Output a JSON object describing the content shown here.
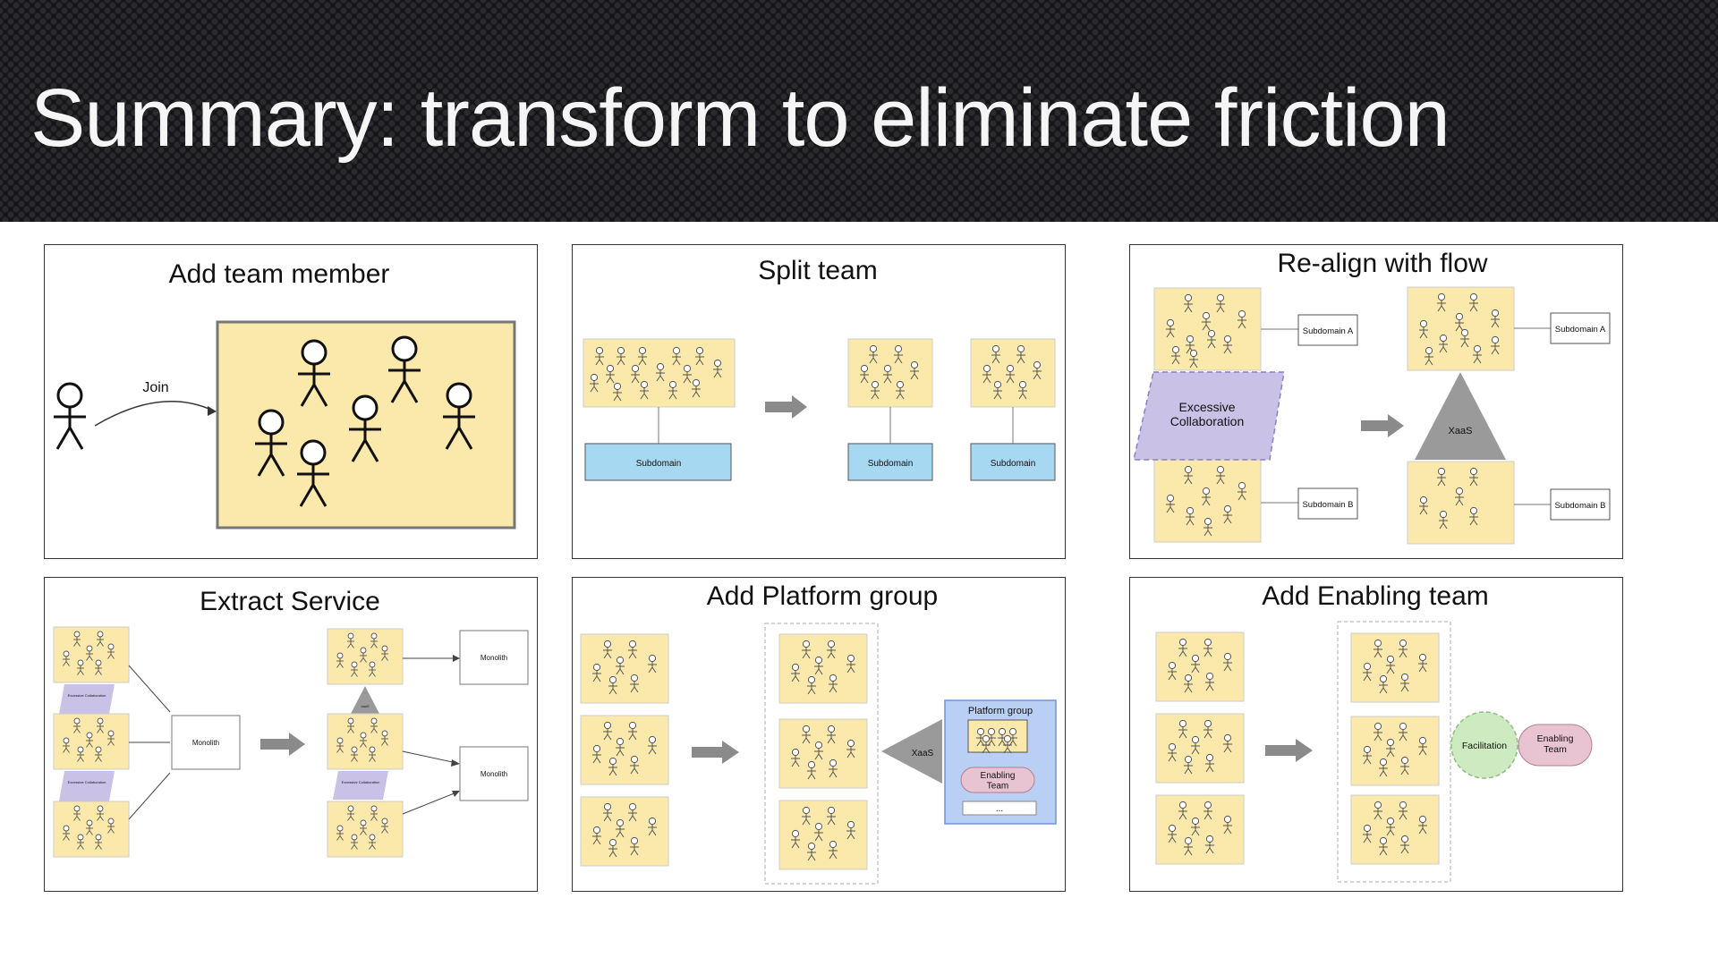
{
  "slide": {
    "title": "Summary: transform to eliminate friction"
  },
  "panels": {
    "add_member": {
      "title": "Add team member",
      "join_label": "Join"
    },
    "split_team": {
      "title": "Split team",
      "subdomain": "Subdomain"
    },
    "realign": {
      "title": "Re-align with flow",
      "excessive_collab": "Excessive Collaboration",
      "xaas": "XaaS",
      "subdomain_a": "Subdomain A",
      "subdomain_b": "Subdomain B"
    },
    "extract": {
      "title": "Extract Service",
      "excessive_collab": "Excessive Collaboration",
      "monolith": "Monolith",
      "xaas": "xaaS"
    },
    "platform": {
      "title": "Add Platform group",
      "xaas": "XaaS",
      "platform_group": "Platform group",
      "enabling_team": "Enabling Team",
      "ellipsis": "..."
    },
    "enabling": {
      "title": "Add Enabling team",
      "facilitation": "Facilitation",
      "enabling_team": "Enabling Team"
    }
  },
  "colors": {
    "team_fill": "#fbe9ab",
    "subdomain_fill": "#a6d8f2",
    "collab_fill": "#c9c1e6",
    "platform_fill": "#b9cff3",
    "enabling_fill": "#e8c3d1",
    "facilitation_fill": "#cdeac0",
    "xaas_fill": "#9a9a9a"
  }
}
